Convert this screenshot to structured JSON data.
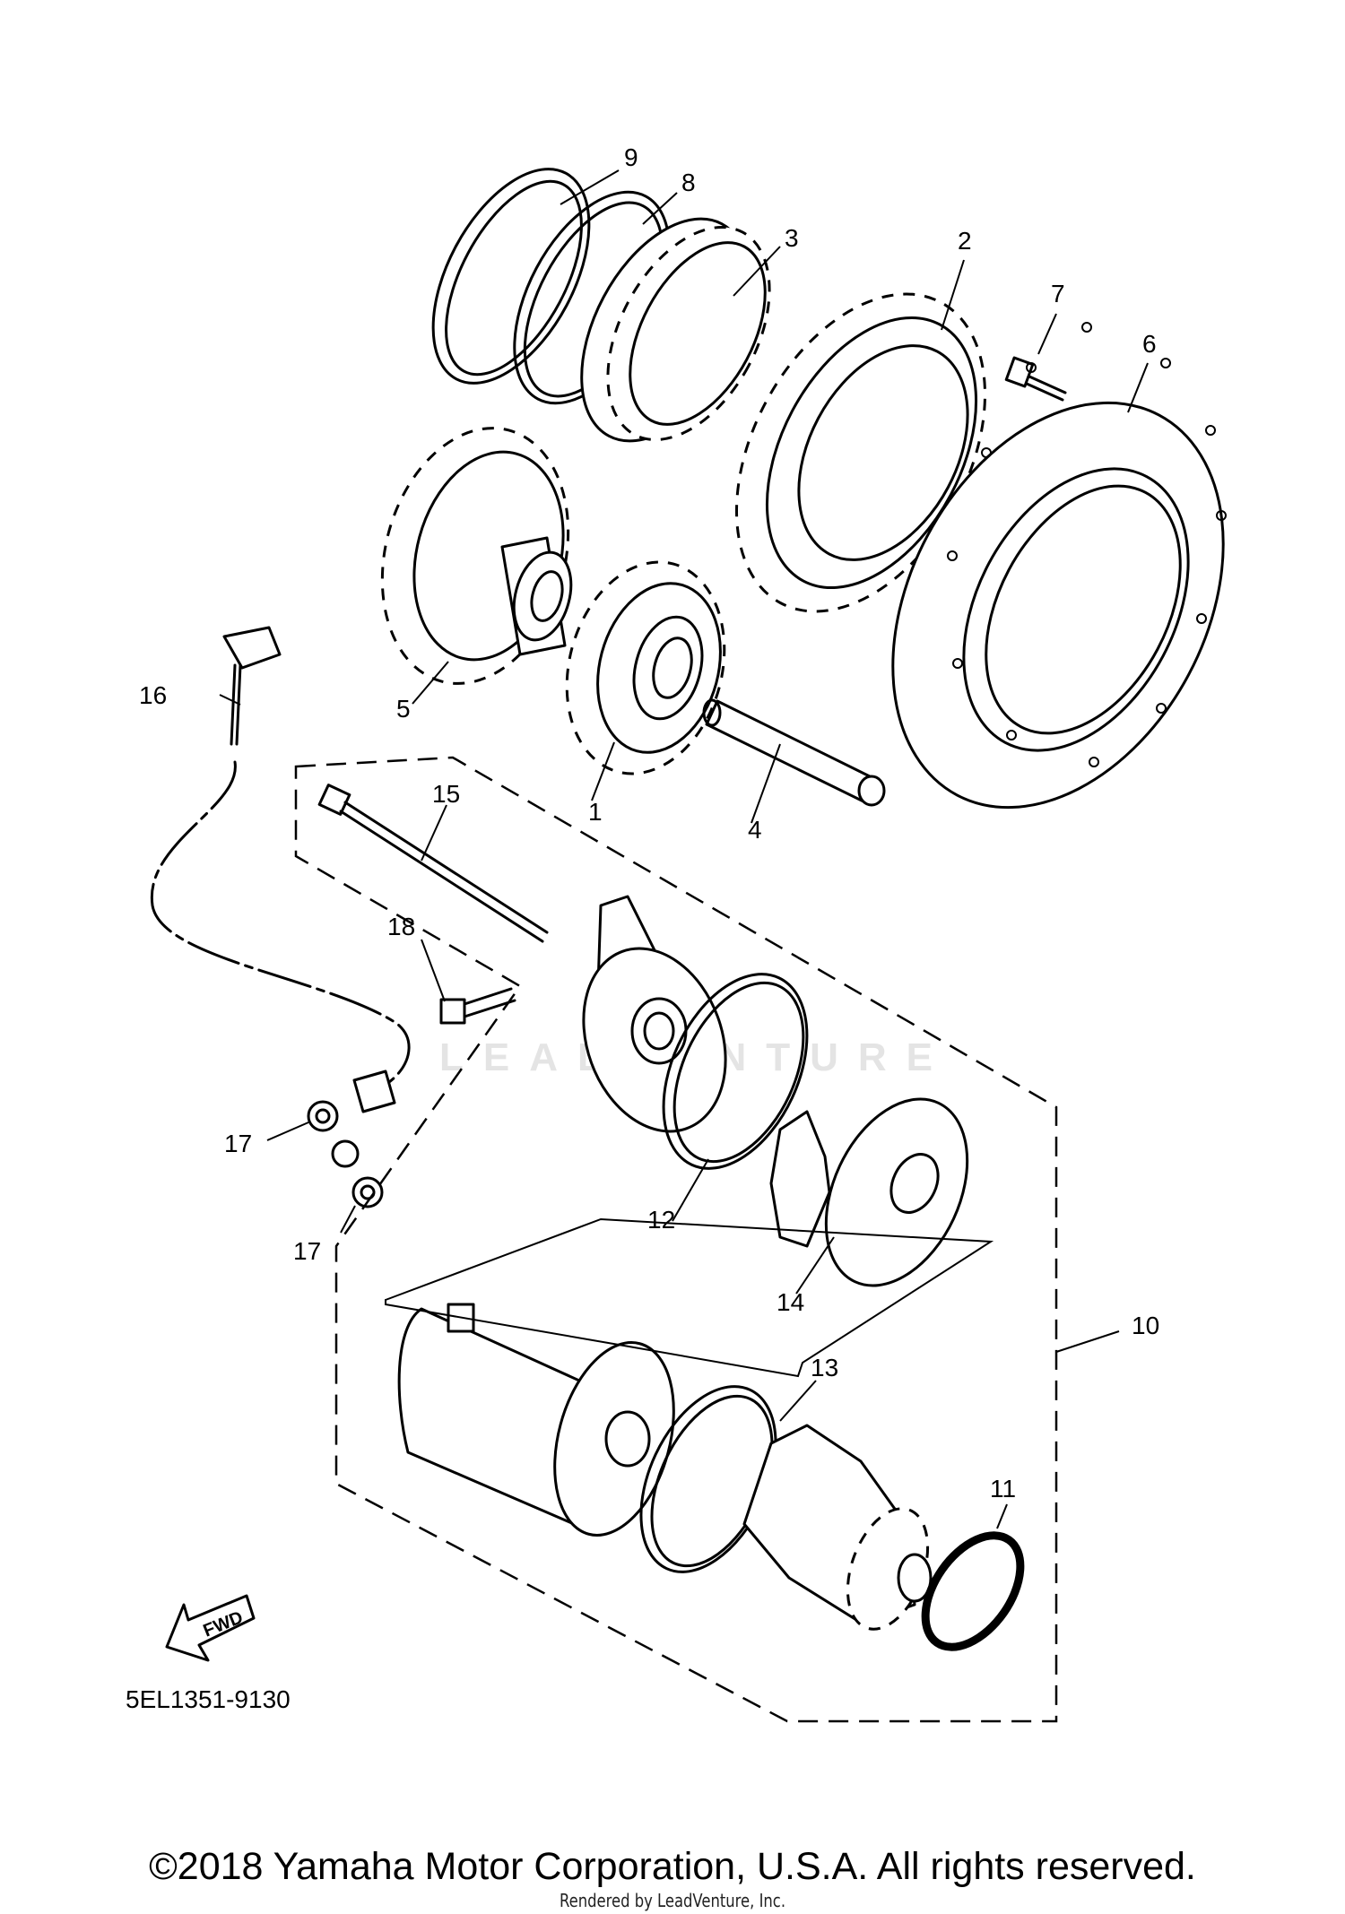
{
  "diagram": {
    "part_number_code": "5EL1351-9130",
    "fwd_label": "FWD",
    "watermark": "LEADVENTURE",
    "callouts": [
      "1",
      "2",
      "3",
      "4",
      "5",
      "6",
      "7",
      "8",
      "9",
      "10",
      "11",
      "12",
      "13",
      "14",
      "15",
      "16",
      "17",
      "17",
      "18"
    ]
  },
  "footer": {
    "copyright": "©2018 Yamaha Motor Corporation, U.S.A. All rights reserved.",
    "rendered_by": "Rendered by LeadVenture, Inc."
  }
}
